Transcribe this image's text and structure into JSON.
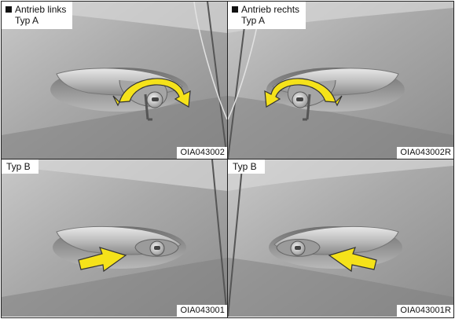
{
  "panels": {
    "top_left": {
      "title": "Antrieb links",
      "subtitle": "Typ A",
      "code": "OIA043002"
    },
    "top_right": {
      "title": "Antrieb rechts",
      "subtitle": "Typ A",
      "code": "OIA043002R"
    },
    "bottom_left": {
      "title": "Typ B",
      "code": "OIA043001"
    },
    "bottom_right": {
      "title": "Typ B",
      "code": "OIA043001R"
    }
  },
  "colors": {
    "arrow_fill": "#f5e21a",
    "arrow_stroke": "#333333",
    "border": "#222222"
  }
}
